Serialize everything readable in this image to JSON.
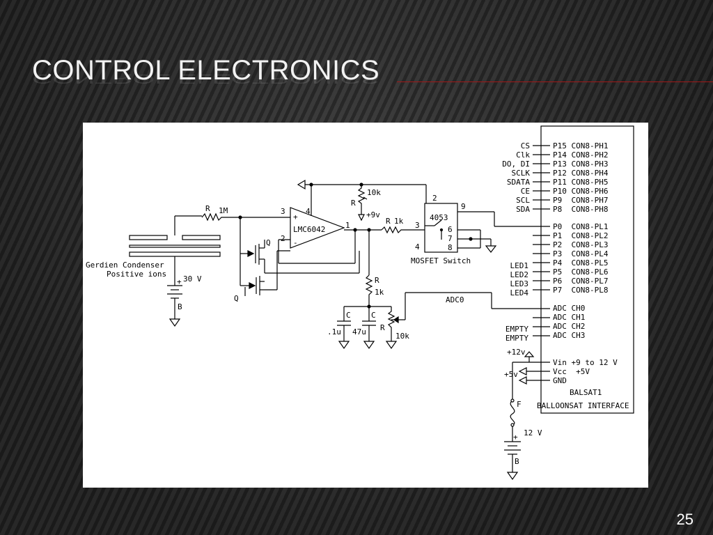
{
  "slide": {
    "title": "Control Electronics",
    "page_number": "25"
  },
  "diagram": {
    "balsat": {
      "left_labels": [
        "CS",
        "Clk",
        "DO, DI",
        "SCLK",
        "SDATA",
        "CE",
        "SCL",
        "SDA"
      ],
      "ph_pins": [
        "P15 CON8-PH1",
        "P14 CON8-PH2",
        "P13 CON8-PH3",
        "P12 CON8-PH4",
        "P11 CON8-PH5",
        "P10 CON8-PH6",
        "P9  CON8-PH7",
        "P8  CON8-PH8"
      ],
      "pl_pins": [
        "P0  CON8-PL1",
        "P1  CON8-PL2",
        "P2  CON8-PL3",
        "P3  CON8-PL4",
        "P4  CON8-PL5",
        "P5  CON8-PL6",
        "P6  CON8-PL7",
        "P7  CON8-PL8"
      ],
      "led_labels": [
        "LED1",
        "LED2",
        "LED3",
        "LED4"
      ],
      "adc_pins": [
        "ADC CH0",
        "ADC CH1",
        "ADC CH2",
        "ADC CH3"
      ],
      "empty_labels": [
        "EMPTY",
        "EMPTY"
      ],
      "power_pins": [
        "Vin +9 to 12 V",
        "Vcc  +5V",
        "GND"
      ],
      "name": "BALSAT1",
      "caption": "BALLOONSAT INTERFACE",
      "plus12_label": "+12v",
      "plus5_label": "+5v"
    },
    "labels": {
      "condenser": "Gerdien Condenser",
      "positive_ions": "Positive ions",
      "r_letter": "R",
      "r_1m": "1M",
      "r_10k_top": "10k",
      "r_1k_mid": "1k",
      "r_1k_vert": "1k",
      "r_10k_bottom": "10k",
      "plus9v": "+9v",
      "opamp": "LMC6042",
      "mux": "4053",
      "mosfet_switch": "MOSFET Switch",
      "q": "Q",
      "c": "C",
      "cap_01u": ".1u",
      "cap_47u": "47u",
      "adc0": "ADC0",
      "v30": "30 V",
      "v12": "12 V",
      "b": "B",
      "f": "F",
      "plus": "+",
      "minus": "-",
      "pin_1": "1",
      "pin_2": "2",
      "pin_3": "3",
      "pin_4": "4",
      "pin_6": "6",
      "pin_7": "7",
      "pin_8": "8",
      "pin_9": "9"
    }
  }
}
